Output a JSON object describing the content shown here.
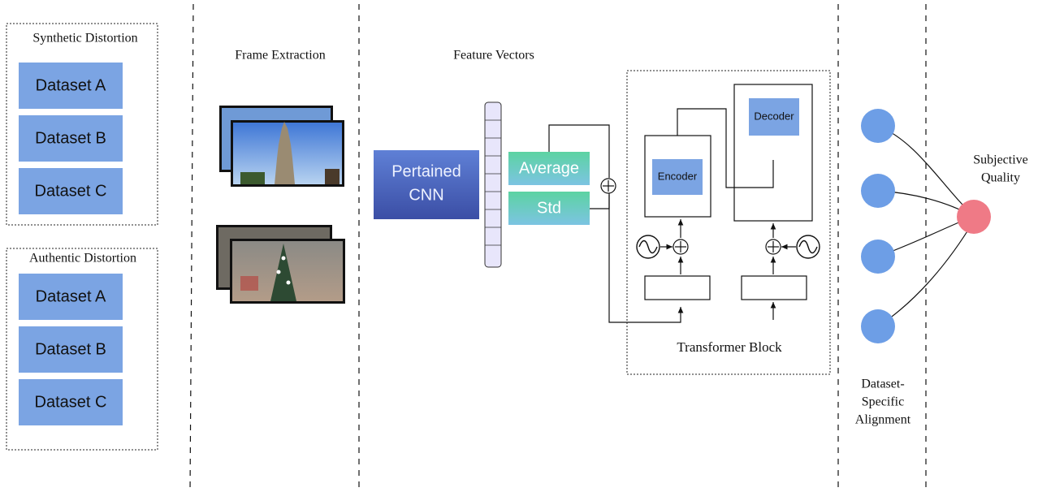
{
  "columns": {
    "frame_extraction": "Frame Extraction",
    "feature_vectors": "Feature Vectors",
    "transformer_block": "Transformer Block",
    "alignment": [
      "Dataset-",
      "Specific",
      "Alignment"
    ],
    "subjective_quality": [
      "Subjective",
      "Quality"
    ]
  },
  "synthetic_group": {
    "title": "Synthetic Distortion",
    "datasets": [
      "Dataset A",
      "Dataset B",
      "Dataset C"
    ]
  },
  "authentic_group": {
    "title": "Authentic Distortion",
    "datasets": [
      "Dataset A",
      "Dataset B",
      "Dataset C"
    ]
  },
  "cnn": {
    "label_line1": "Pertained",
    "label_line2": "CNN"
  },
  "stats": {
    "average": "Average",
    "std": "Std"
  },
  "transformer": {
    "encoder": "Encoder",
    "decoder": "Decoder"
  },
  "colors": {
    "dataset_box": "#7ba4e3",
    "cnn_top": "#5f7fd3",
    "cnn_bottom": "#3c4fa6",
    "stat_top": "#5fd3a3",
    "stat_bottom": "#7ec0e6",
    "feature_vector": "#e8e6fb",
    "alignment_node": "#6d9ee6",
    "output_node": "#ef7a86"
  }
}
